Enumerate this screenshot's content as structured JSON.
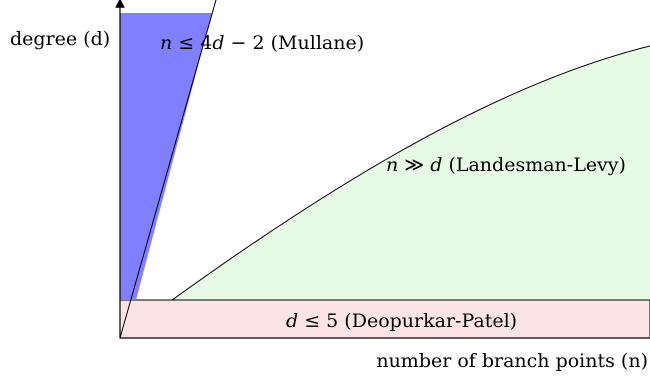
{
  "axes": {
    "y_label": "degree (d)",
    "x_label": "number of branch points (n)"
  },
  "regions": {
    "mullane": {
      "math_n": "n",
      "math_rel": " ≤ 4",
      "math_d": "d",
      "math_rest": " − 2",
      "name": " (Mullane)",
      "color": "#8080ff"
    },
    "landesman_levy": {
      "math_n": "n",
      "math_rel": " ≫ ",
      "math_d": "d",
      "name": " (Landesman-Levy)",
      "color": "#e6fae6"
    },
    "deopurkar_patel": {
      "math_d": "d",
      "math_rel": " ≤ 5",
      "name": " (Deopurkar-Patel)",
      "color": "#fde4e4"
    }
  }
}
